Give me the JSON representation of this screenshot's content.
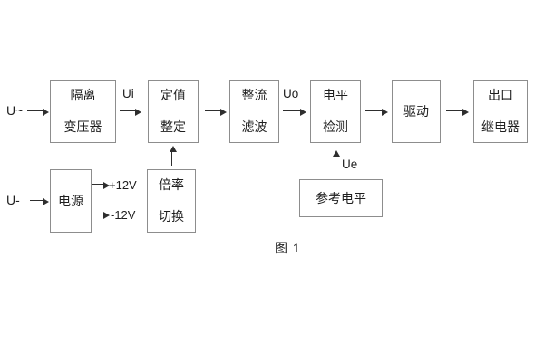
{
  "figure": {
    "caption": "图 1",
    "labels": {
      "ac_input": "U~",
      "dc_input": "U-",
      "ui": "Ui",
      "uo": "Uo",
      "ue": "Ue",
      "plus_12v": "+12V",
      "minus_12v": "-12V"
    },
    "blocks": {
      "isolation_transformer": {
        "line1": "隔离",
        "line2": "变压器"
      },
      "value_setting": {
        "line1": "定值",
        "line2": "整定"
      },
      "rectify_filter": {
        "line1": "整流",
        "line2": "滤波"
      },
      "level_detection": {
        "line1": "电平",
        "line2": "检测"
      },
      "drive": {
        "label": "驱动"
      },
      "output_relay": {
        "line1": "出口",
        "line2": "继电器"
      },
      "power_supply": {
        "label": "电源"
      },
      "ratio_switching": {
        "line1": "倍率",
        "line2": "切换"
      },
      "reference_level": {
        "label": "参考电平"
      }
    },
    "colors": {
      "background": "#ffffff",
      "box_border": "#8d8d8d",
      "line": "#2e2e2e",
      "text": "#1f1f1f"
    }
  }
}
